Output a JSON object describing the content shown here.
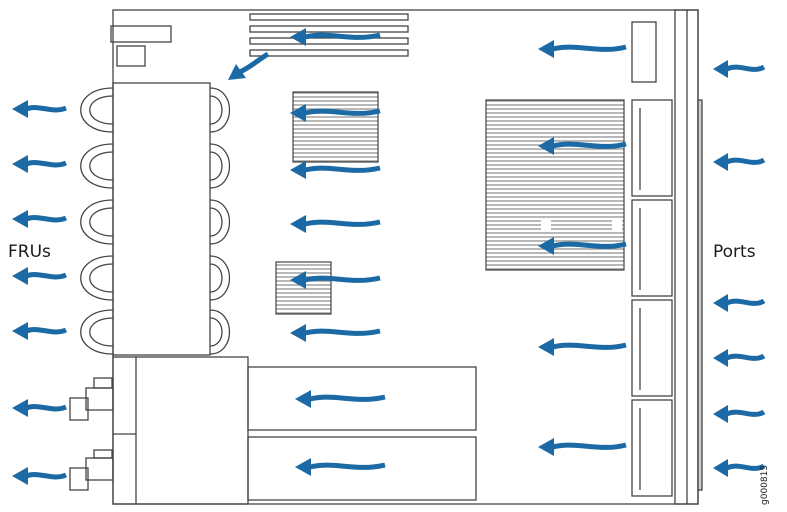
{
  "labels": {
    "frus": "FRUs",
    "ports": "Ports",
    "figure_id": "g000815"
  },
  "colors": {
    "arrow": "#1b6aa5",
    "line": "#444444",
    "fill": "#ffffff",
    "heatsink": "#9a9a9a"
  }
}
